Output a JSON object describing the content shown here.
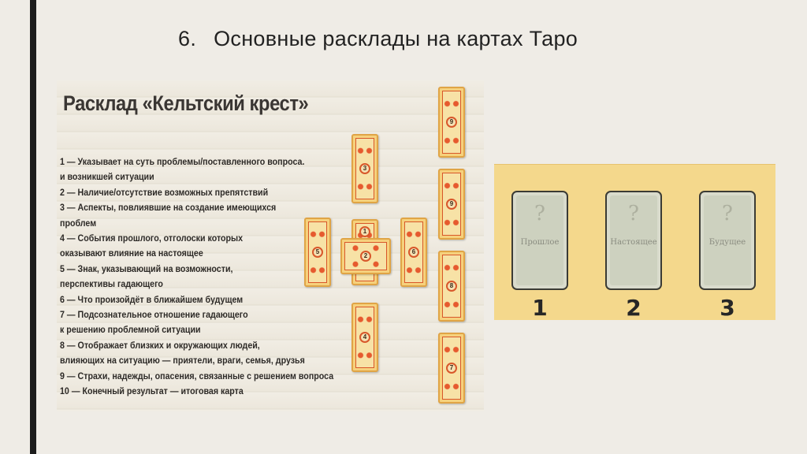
{
  "slide": {
    "number": "6.",
    "title": "Основные расклады на картах Таро"
  },
  "celtic_cross": {
    "heading": "Расклад «Кельтский крест»",
    "legend": [
      "1 — Указывает на суть проблемы/поставленного вопроса.",
      "и возникшей ситуации",
      "2 — Наличие/отсутствие возможных препятствий",
      "3 — Аспекты, повлиявшие на создание имеющихся",
      "проблем",
      "4 — События прошлого, отголоски которых",
      "оказывают влияние на настоящее",
      "5 — Знак, указывающий на возможности,",
      "перспективы гадающего",
      "6 — Что произойдёт в ближайшем будущем",
      "7 — Подсознательное отношение гадающего",
      "к решению проблемной ситуации",
      "8 — Отображает близких и окружающих людей,",
      "влияющих на ситуацию — приятели, враги, семья, друзья",
      "9 — Страхи, надежды, опасения, связанные с решением вопроса",
      "10 — Конечный результат — итоговая карта"
    ],
    "cards": {
      "c1": "1",
      "c2": "2",
      "c3": "3",
      "c4": "4",
      "c5": "5",
      "c6": "6",
      "c7": "7",
      "c8": "8",
      "c9": "9",
      "c10": "9"
    }
  },
  "three_card_spread": {
    "cards": [
      {
        "symbol": "?",
        "label": "Прошлое",
        "number": "1"
      },
      {
        "symbol": "?",
        "label": "Настоящее",
        "number": "2"
      },
      {
        "symbol": "?",
        "label": "Будущее",
        "number": "3"
      }
    ]
  },
  "colors": {
    "accent_bar": "#1c1c1c",
    "card_border": "#e0a445",
    "card_red": "#d8572a",
    "spread_background": "#f4d88c"
  }
}
